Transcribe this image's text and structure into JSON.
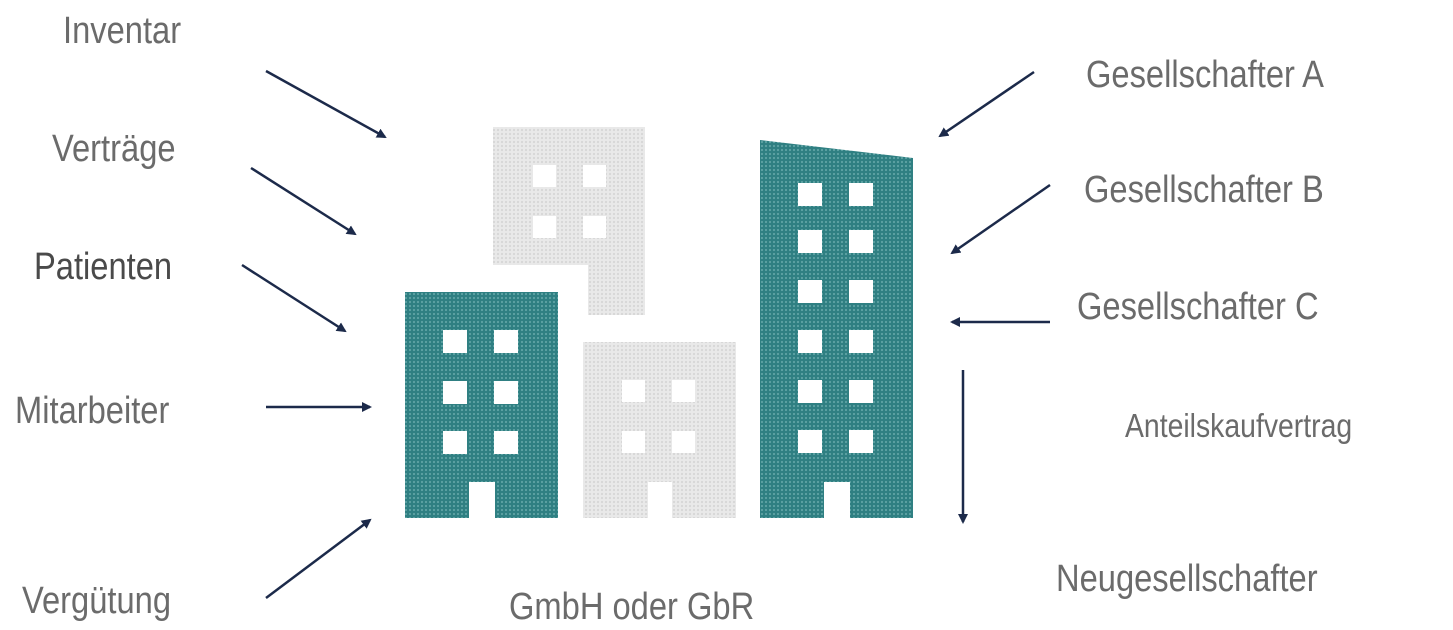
{
  "diagram": {
    "center_label": "GmbH oder GbR",
    "inputs_left": [
      {
        "label": "Inventar"
      },
      {
        "label": "Verträge"
      },
      {
        "label": "Patienten"
      },
      {
        "label": "Mitarbeiter"
      },
      {
        "label": "Vergütung"
      }
    ],
    "inputs_right": [
      {
        "label": "Gesellschafter A"
      },
      {
        "label": "Gesellschafter B"
      },
      {
        "label": "Gesellschafter C"
      }
    ],
    "transfer": {
      "contract_label": "Anteilskaufvertrag",
      "target_label": "Neugesellschafter"
    },
    "icons": {
      "building_icon": "office-buildings"
    },
    "colors": {
      "teal": "#2f7f82",
      "grey": "#e6e6e6",
      "arrow": "#1c2a4a"
    }
  }
}
